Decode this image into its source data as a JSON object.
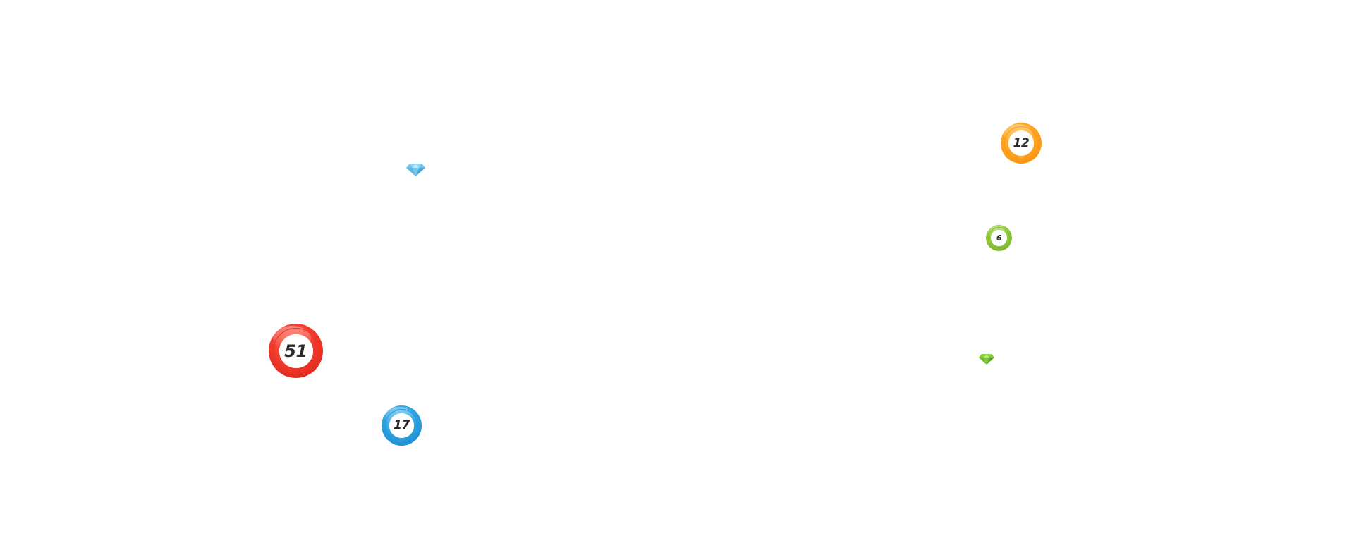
{
  "balls": [
    {
      "id": "ball-51",
      "number": "51",
      "color": "red"
    },
    {
      "id": "ball-17",
      "number": "17",
      "color": "blue"
    },
    {
      "id": "ball-12",
      "number": "12",
      "color": "orange"
    },
    {
      "id": "ball-6",
      "number": "6",
      "color": "green"
    }
  ],
  "gems": [
    {
      "id": "gem-blue",
      "icon": "diamond-icon",
      "color": "#7cc7ea"
    },
    {
      "id": "gem-green",
      "icon": "diamond-icon",
      "color": "#7fc93a"
    }
  ],
  "colors": {
    "background": "#ffffff",
    "red": "#f23a2c",
    "blue": "#2aa1e0",
    "orange": "#ffa21f",
    "green": "#8cc63a"
  }
}
